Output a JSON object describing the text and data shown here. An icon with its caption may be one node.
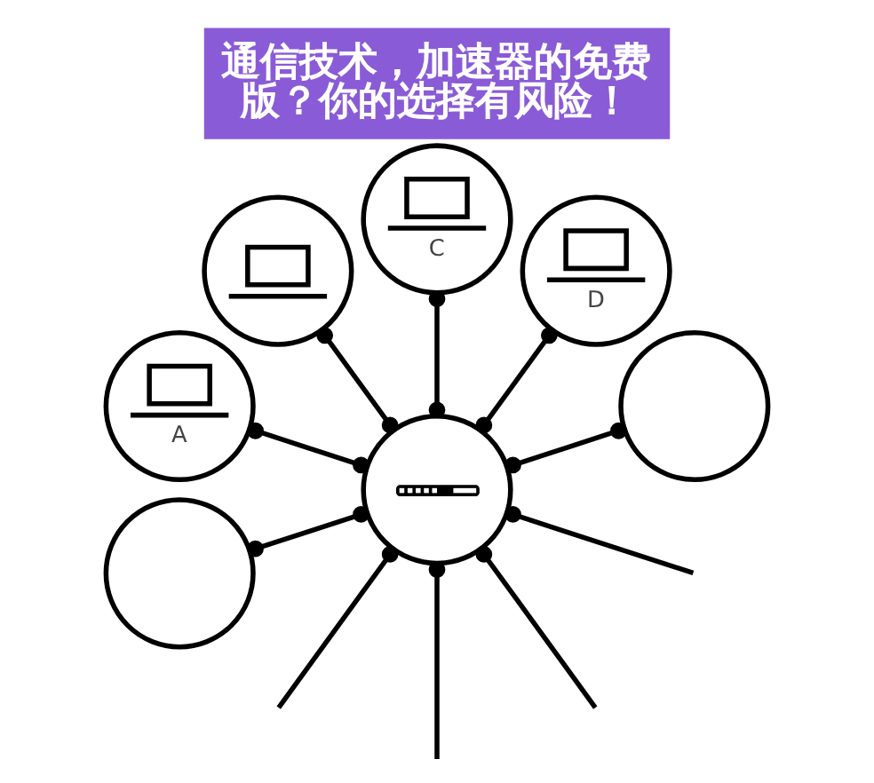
{
  "diagram": {
    "title": "通信技术，加速器的免费版？你的选择有风险！",
    "nodes": [
      {
        "text": [
          "C"
        ]
      },
      {
        "text": [
          "D"
        ]
      },
      {
        "text": [],
        "shape": "circle"
      },
      {
        "text": [],
        "shape": "circle"
      },
      {
        "text": [
          "A"
        ]
      },
      {
        "text": [],
        "shape": "circle"
      },
      {
        "text": [],
        "shape": "circle"
      }
    ],
    "edges": [
      {
        "from": 5,
        "to": 0,
        "arrow": "other"
      },
      {
        "from": 5,
        "to": 1,
        "arrow": "other"
      },
      {
        "from": 5,
        "to": 2,
        "arrow": "other"
      },
      {
        "from": 5,
        "to": 3,
        "arrow": "other"
      },
      {
        "from": 5,
        "to": 4,
        "arrow": "other"
      },
      {
        "from": 5,
        "to": null,
        "arrow": "other"
      },
      {
        "from": 5,
        "to": null,
        "arrow": "other"
      },
      {
        "from": 5,
        "to": null,
        "arrow": "other"
      },
      {
        "from": 5,
        "to": null,
        "arrow": "other"
      },
      {
        "from": 5,
        "to": 6,
        "arrow": "other"
      }
    ]
  }
}
